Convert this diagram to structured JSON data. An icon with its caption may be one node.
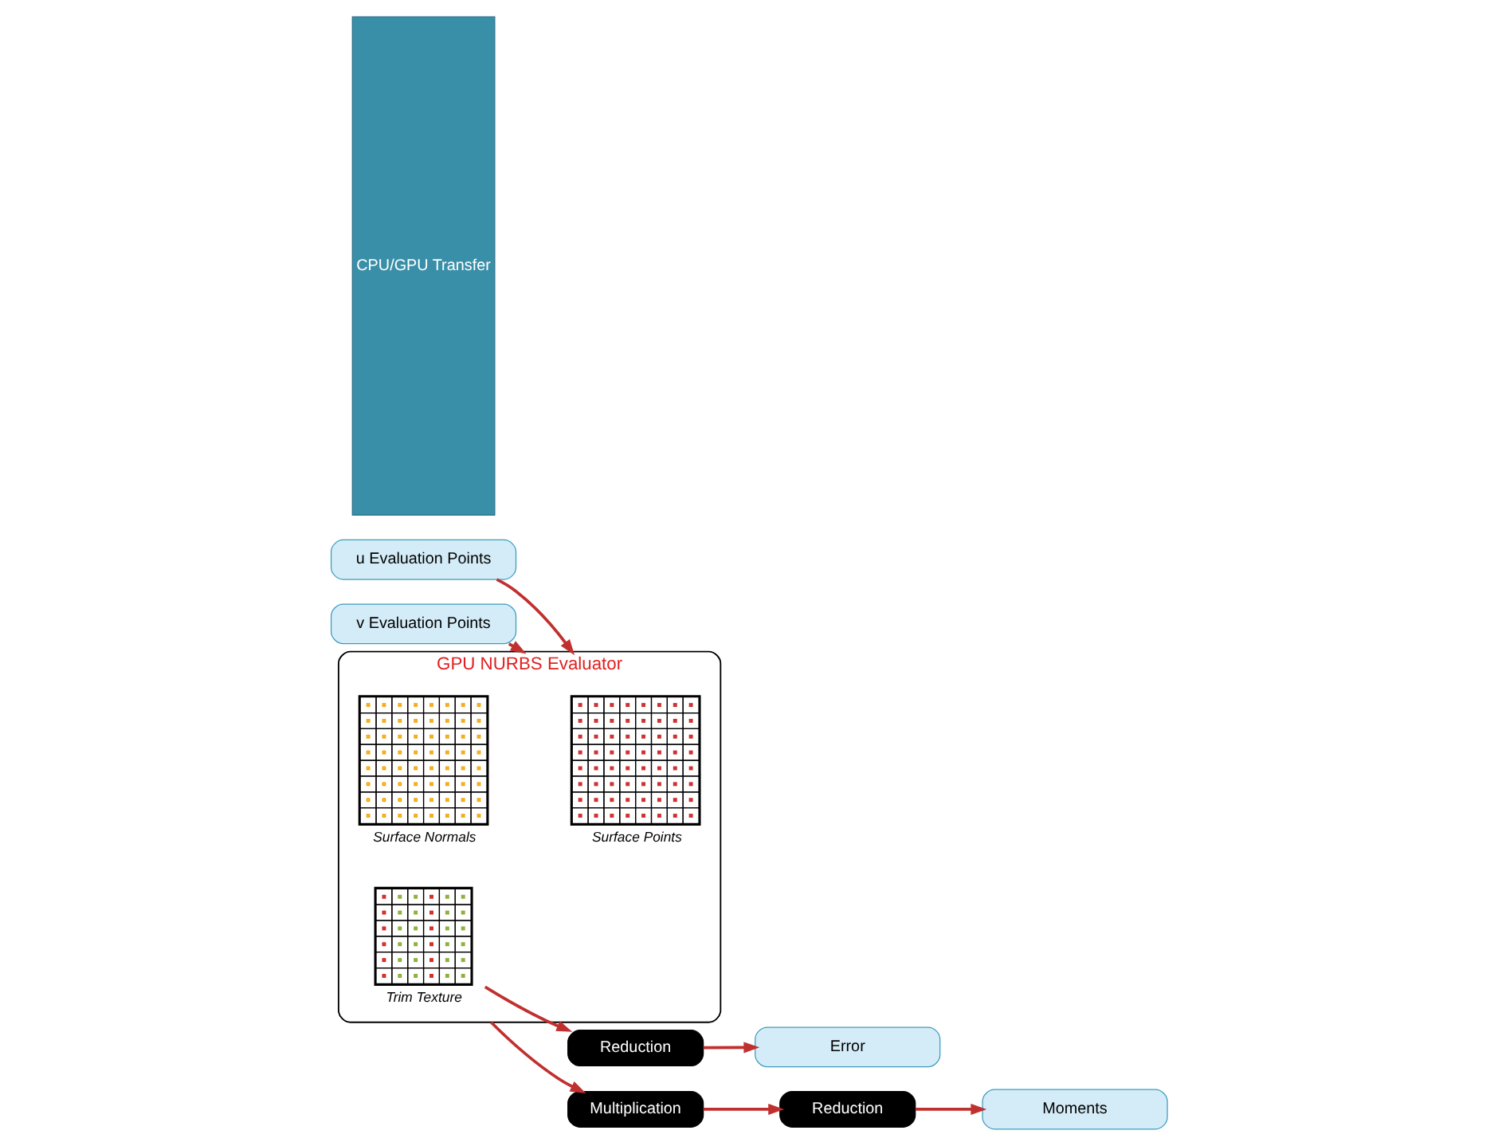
{
  "diagram": {
    "nodes": [
      {
        "text": [
          "u Evaluation Points"
        ]
      },
      {
        "text": [
          "v Evaluation Points"
        ]
      },
      {
        "text": [
          "Error"
        ]
      },
      {
        "text": [
          "Moments"
        ]
      },
      {
        "text": [
          "CPU/GPU Transfer"
        ]
      },
      {
        "text": [
          "GPU NURBS Evaluator"
        ]
      },
      {
        "text": [
          "Surface Points"
        ],
        "in": 5
      },
      {
        "text": [
          "Surface Normals"
        ],
        "in": 5
      },
      {
        "text": [
          "Trim Texture"
        ],
        "in": 5
      },
      {
        "text": [
          "Reduction"
        ]
      },
      {
        "text": [
          "Multiplication"
        ]
      },
      {
        "text": [
          "Reduction"
        ]
      }
    ],
    "edges": [
      {
        "from": 0,
        "to": 5,
        "arrow": "to"
      },
      {
        "from": 1,
        "to": 5,
        "arrow": "to"
      },
      {
        "from": 8,
        "to": 9,
        "arrow": "to"
      },
      {
        "from": 9,
        "to": 2,
        "arrow": "to"
      },
      {
        "from": 5,
        "to": 10,
        "arrow": "to"
      },
      {
        "from": 10,
        "to": 11,
        "arrow": "to"
      },
      {
        "from": 11,
        "to": 3,
        "arrow": "to"
      }
    ]
  }
}
